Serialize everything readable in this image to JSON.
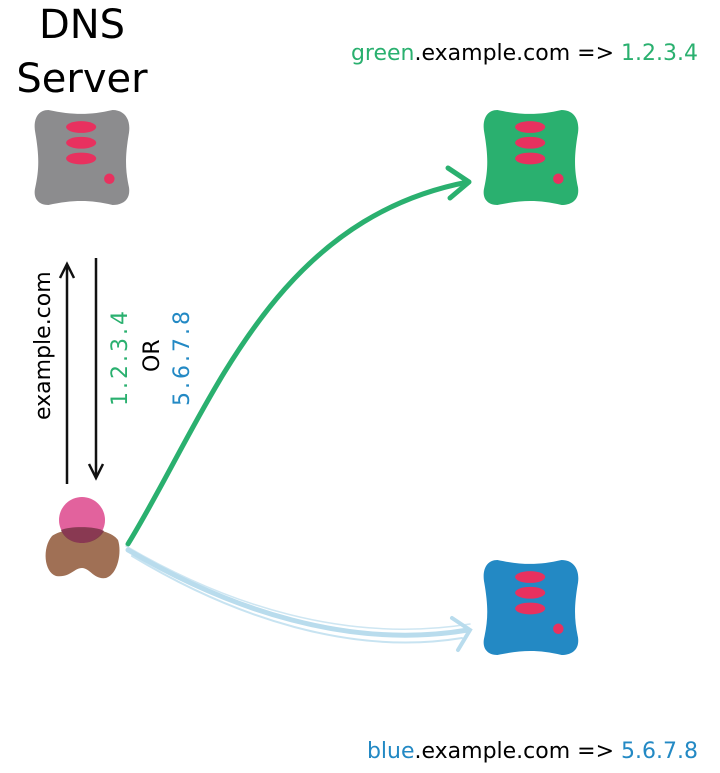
{
  "title": {
    "line1": "DNS",
    "line2": "Server"
  },
  "query_label": "example.com",
  "response": {
    "ip_green": "1.2.3.4",
    "or": "OR",
    "ip_blue": "5.6.7.8"
  },
  "green_host": {
    "name": "green",
    "domain": ".example.com => ",
    "ip": "1.2.3.4"
  },
  "blue_host": {
    "name": "blue",
    "domain": ".example.com => ",
    "ip": "5.6.7.8"
  },
  "colors": {
    "server_gray": "#8c8c8e",
    "server_green": "#2ab06f",
    "server_blue": "#2389c4",
    "light_red": "#e8315f",
    "client_head": "#e05595",
    "client_body": "#a07055",
    "arrow_green": "#2ab06f",
    "arrow_blue": "#b9dced",
    "text_green": "#2ab06f",
    "text_blue": "#2389c4"
  }
}
